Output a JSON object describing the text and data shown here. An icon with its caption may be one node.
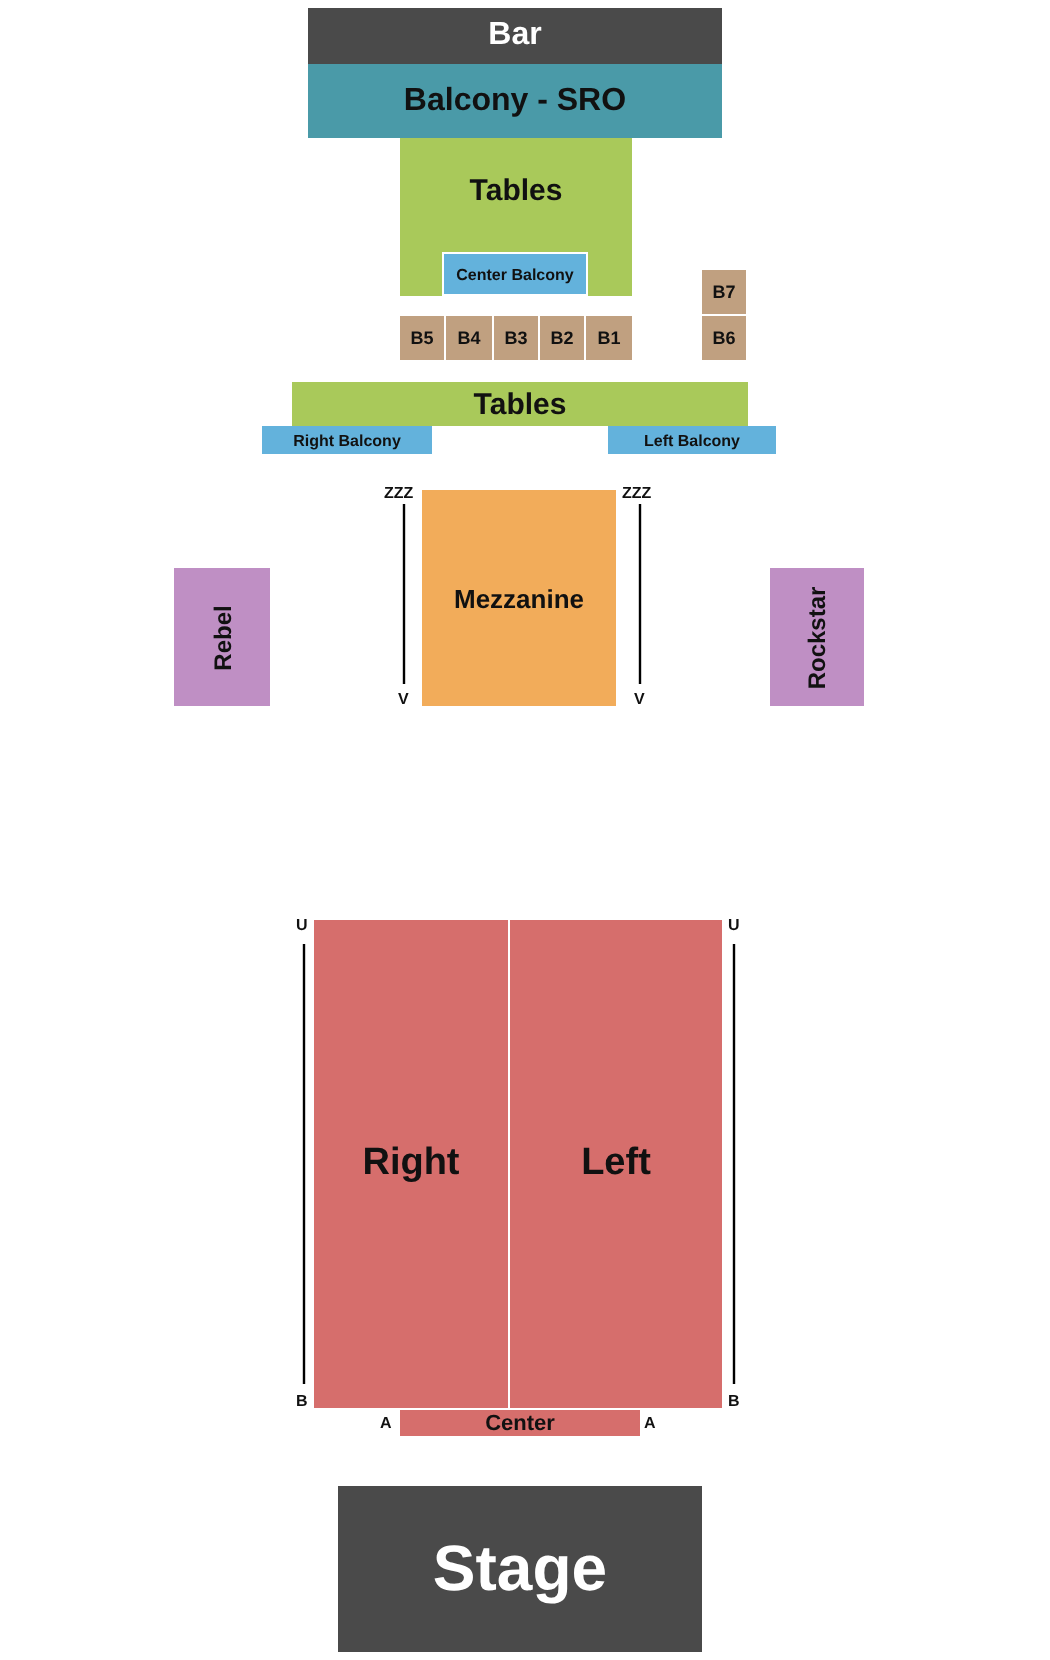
{
  "diagram": {
    "nodes": [
      {
        "text": [
          "Bar"
        ]
      },
      {
        "text": [
          "Balcony - SRO"
        ]
      },
      {
        "text": [
          "Tables"
        ]
      },
      {
        "text": [
          "Center Balcony"
        ],
        "in": 2
      },
      {
        "text": [
          "B7"
        ]
      },
      {
        "text": [
          "B5"
        ]
      },
      {
        "text": [
          "B4"
        ]
      },
      {
        "text": [
          "B3"
        ]
      },
      {
        "text": [
          "B2"
        ]
      },
      {
        "text": [
          "B1"
        ]
      },
      {
        "text": [
          "B6"
        ]
      },
      {
        "text": [
          "Tables"
        ]
      },
      {
        "text": [
          "Right Balcony"
        ]
      },
      {
        "text": [
          "Left Balcony"
        ]
      },
      {
        "text": [
          "Mezzanine"
        ]
      },
      {
        "text": [
          "Rebel"
        ]
      },
      {
        "text": [
          "Rockstar"
        ]
      },
      {
        "text": [
          "Right"
        ]
      },
      {
        "text": [
          "Left"
        ]
      },
      {
        "text": [
          "Center"
        ]
      },
      {
        "text": [
          "Stage"
        ]
      }
    ],
    "labels": [
      "ZZZ",
      "ZZZ",
      "V",
      "V",
      "U",
      "U",
      "B",
      "B",
      "A",
      "A"
    ]
  }
}
